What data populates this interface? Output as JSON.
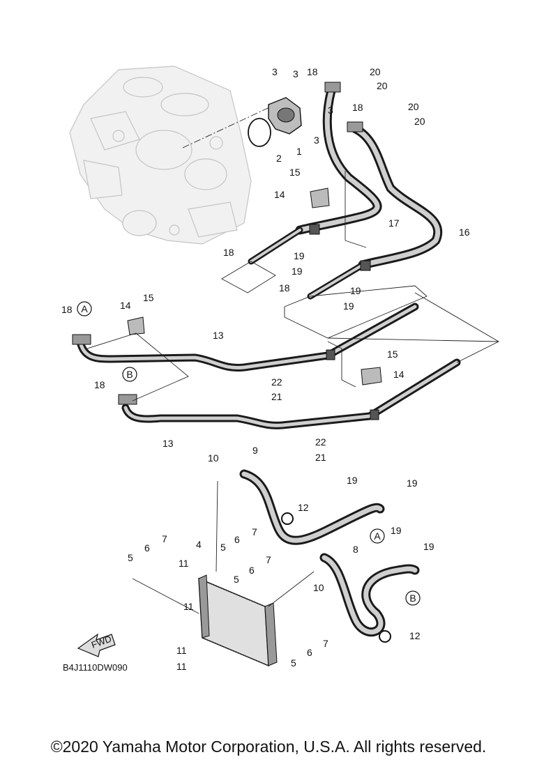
{
  "diagram_code": "B4J1110DW090",
  "fwd_label": "FWD",
  "callout_a": "A",
  "callout_b": "B",
  "copyright": "©2020 Yamaha Motor Corporation, U.S.A. All rights reserved.",
  "part_labels": {
    "p1": "1",
    "p2": "2",
    "p3": "3",
    "p4": "4",
    "p5": "5",
    "p6": "6",
    "p7": "7",
    "p8": "8",
    "p9": "9",
    "p10": "10",
    "p11": "11",
    "p12": "12",
    "p13": "13",
    "p14": "14",
    "p15": "15",
    "p16": "16",
    "p17": "17",
    "p18": "18",
    "p19": "19",
    "p20": "20",
    "p21": "21",
    "p22": "22"
  }
}
